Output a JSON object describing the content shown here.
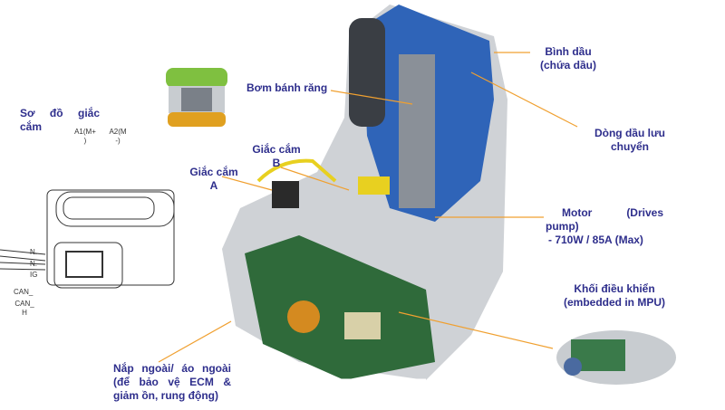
{
  "colors": {
    "label": "#2e2e8c",
    "leader": "#f0a030",
    "housing": "#cfd2d6",
    "cutaway_blue": "#2f64b8",
    "pcb": "#2f6a3a",
    "motor": "#5a6068"
  },
  "connector_diagram": {
    "title": "Sơ đồ giắc cắm",
    "pin_a1": "A1(M+ )",
    "pin_a2": "A2(M -)",
    "pins_left": [
      "N.",
      "N.",
      "IG"
    ],
    "can_l": "CAN_",
    "can_h": "CAN_ H"
  },
  "labels": {
    "gear_pump": "Bơm bánh răng",
    "connector_b": "Giắc cắm B",
    "connector_a": "Giắc cắm A",
    "reservoir": "Bình dầu (chứa dầu)",
    "oil_flow": "Dòng dầu lưu chuyển",
    "motor": "Motor (Drives pump)",
    "motor_spec": "- 710W / 85A (Max)",
    "control_unit": "Khối điều khiển (embedded in MPU)",
    "cover": "Nắp ngoài/ áo ngoài (để bảo vệ ECM & giảm ồn, rung động)"
  }
}
